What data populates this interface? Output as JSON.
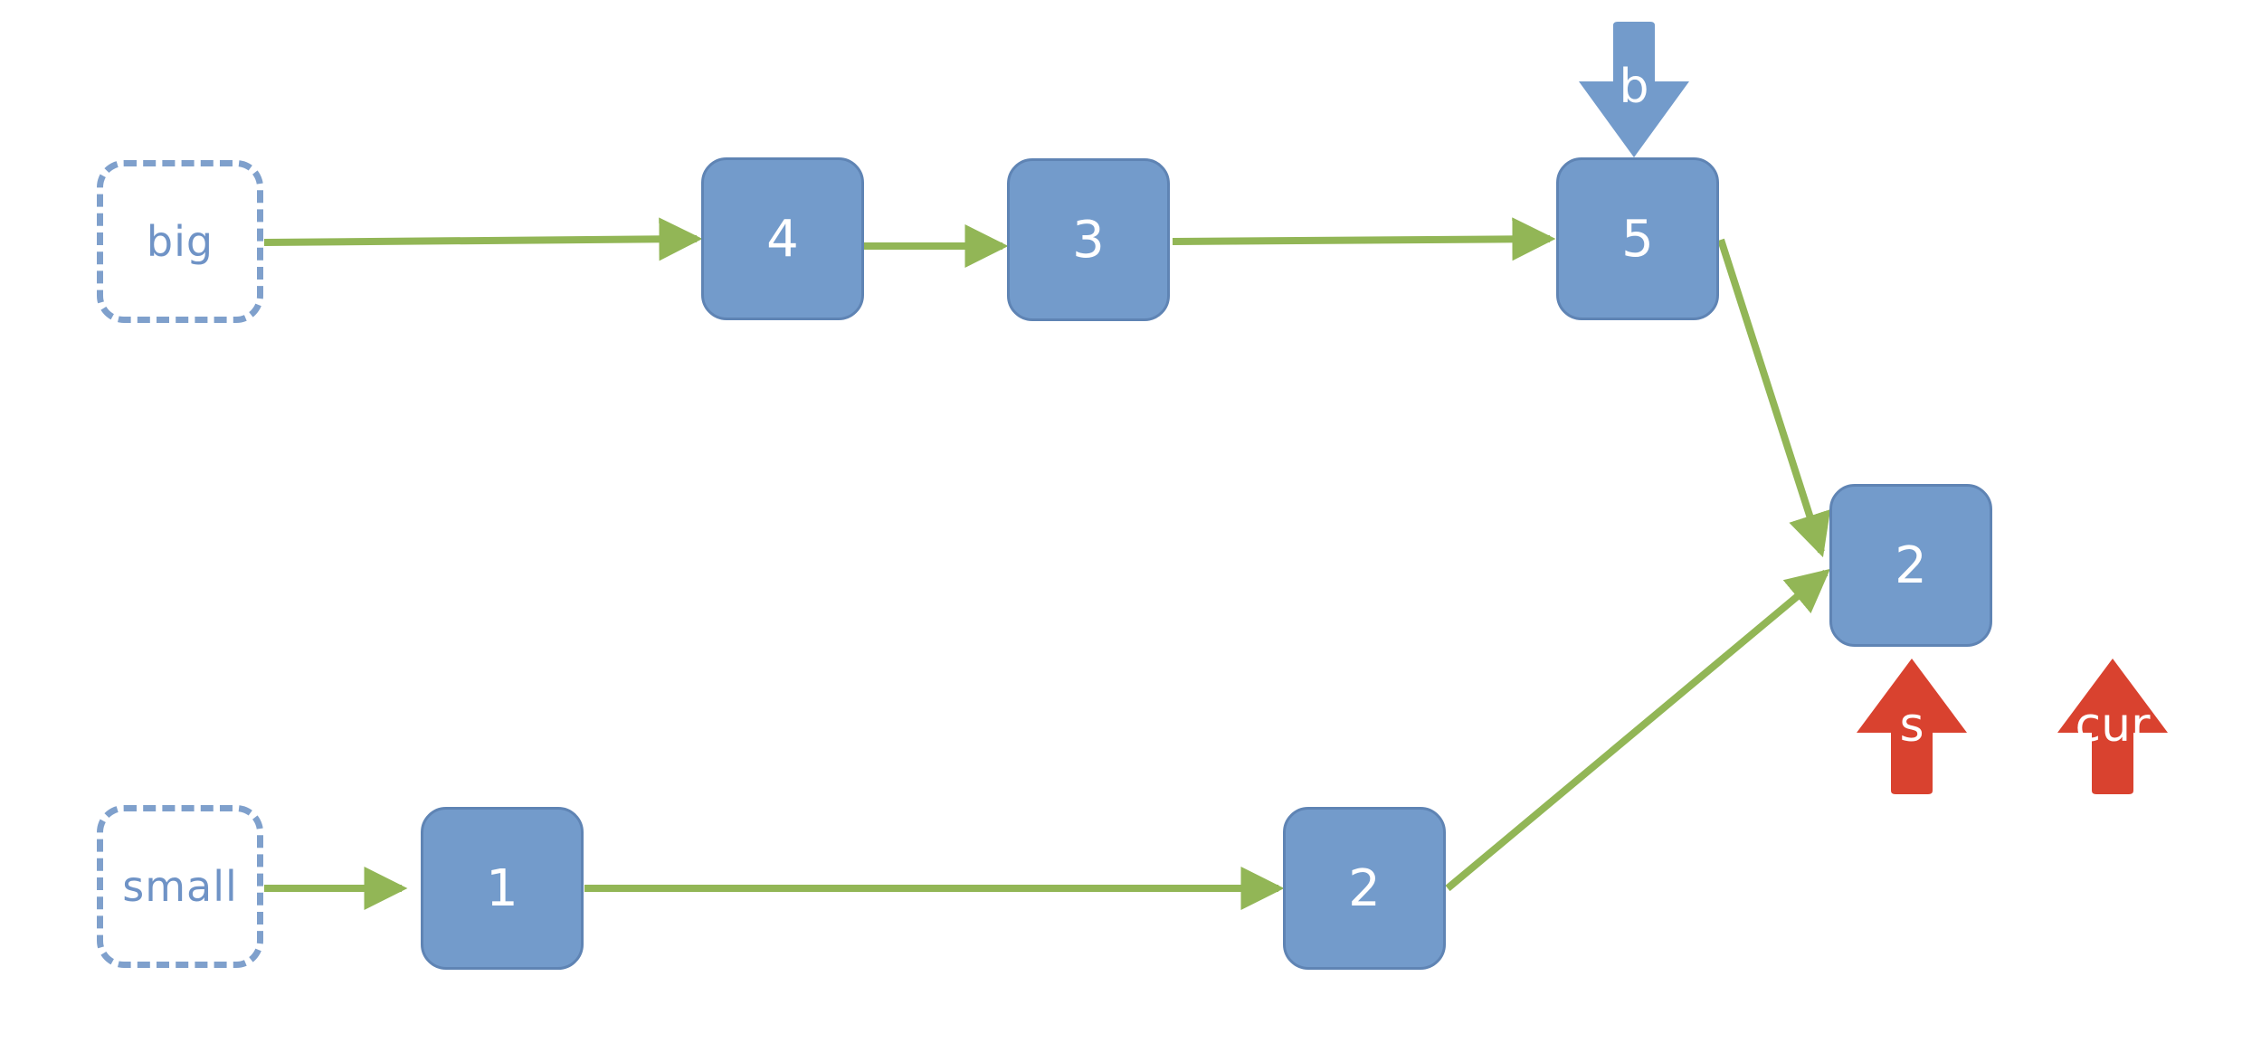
{
  "colors": {
    "node_fill": "#739bcb",
    "node_border": "#5f84b4",
    "head_border": "#7fa0cc",
    "head_text": "#6f93c6",
    "edge": "#92b656",
    "pointer_blue": "#739bcb",
    "pointer_red": "#d9422f",
    "background": "#ffffff"
  },
  "heads": {
    "big": "big",
    "small": "small"
  },
  "big_list": [
    "4",
    "3",
    "5"
  ],
  "small_list": [
    "1",
    "2"
  ],
  "merged_node": "2",
  "pointers": {
    "b": "b",
    "s": "s",
    "cur": "cur"
  },
  "edges": [
    {
      "from": "big",
      "to": "big-node-4"
    },
    {
      "from": "big-node-4",
      "to": "big-node-3"
    },
    {
      "from": "big-node-3",
      "to": "big-node-5"
    },
    {
      "from": "big-node-5",
      "to": "merged-node-2"
    },
    {
      "from": "small",
      "to": "small-node-1"
    },
    {
      "from": "small-node-1",
      "to": "small-node-2"
    },
    {
      "from": "small-node-2",
      "to": "merged-node-2"
    }
  ]
}
